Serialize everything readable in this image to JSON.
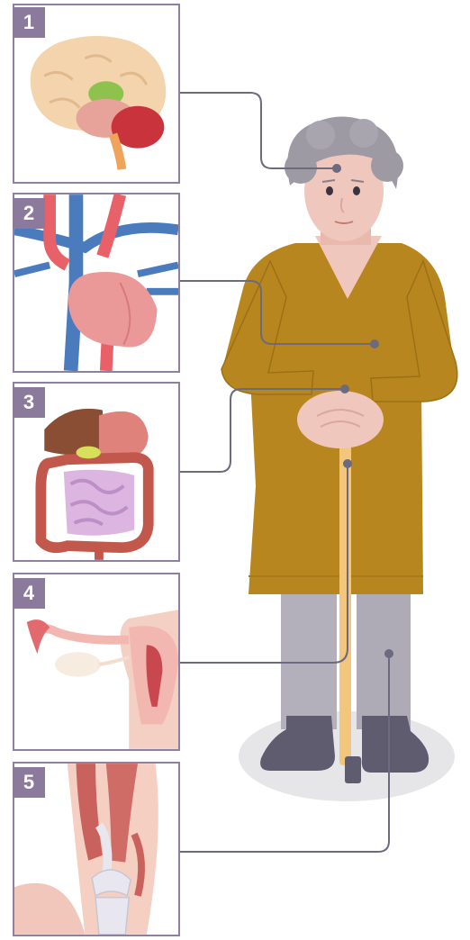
{
  "panels": [
    {
      "number": "1",
      "organ": "brain-icon"
    },
    {
      "number": "2",
      "organ": "heart-icon"
    },
    {
      "number": "3",
      "organ": "digestive-system-icon"
    },
    {
      "number": "4",
      "organ": "uterus-icon"
    },
    {
      "number": "5",
      "organ": "knee-muscles-icon"
    }
  ],
  "colors": {
    "frame": "#8e7fa3",
    "badge": "#8b7a9c",
    "connector": "#6b6a7e",
    "dress": "#b8861f",
    "skin": "#f0c7bd",
    "hair": "#9d9aa3",
    "legs": "#b3b0bb",
    "shoes": "#5e5c6e",
    "cane": "#f2c77d"
  }
}
